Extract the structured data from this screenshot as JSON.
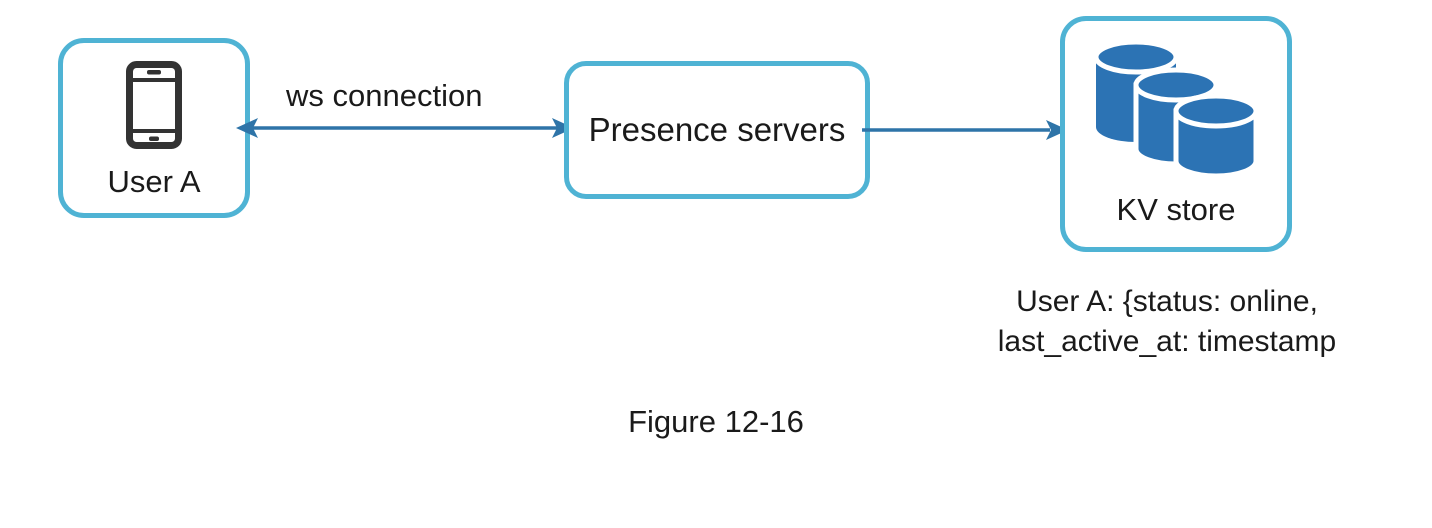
{
  "figure": {
    "caption": "Figure 12-16",
    "colors": {
      "node_border": "#4fb3d4",
      "arrow": "#2e74a8",
      "database_icon": "#2c73b4",
      "phone_icon": "#333333",
      "text": "#1a1a1a",
      "background": "#ffffff"
    }
  },
  "nodes": [
    {
      "id": "user-a",
      "label": "User A",
      "icon": "smartphone-icon"
    },
    {
      "id": "presence-servers",
      "label": "Presence servers",
      "icon": null
    },
    {
      "id": "kv-store",
      "label": "KV store",
      "icon": "database-stack-icon"
    }
  ],
  "edges": [
    {
      "id": "ws-connection",
      "from": "user-a",
      "to": "presence-servers",
      "label": "ws connection",
      "direction": "bidirectional"
    },
    {
      "id": "presence-to-kv",
      "from": "presence-servers",
      "to": "kv-store",
      "label": "",
      "direction": "forward"
    }
  ],
  "annotations": {
    "kv_record": {
      "line1": "User A: {status: online,",
      "line2": "last_active_at: timestamp"
    }
  }
}
